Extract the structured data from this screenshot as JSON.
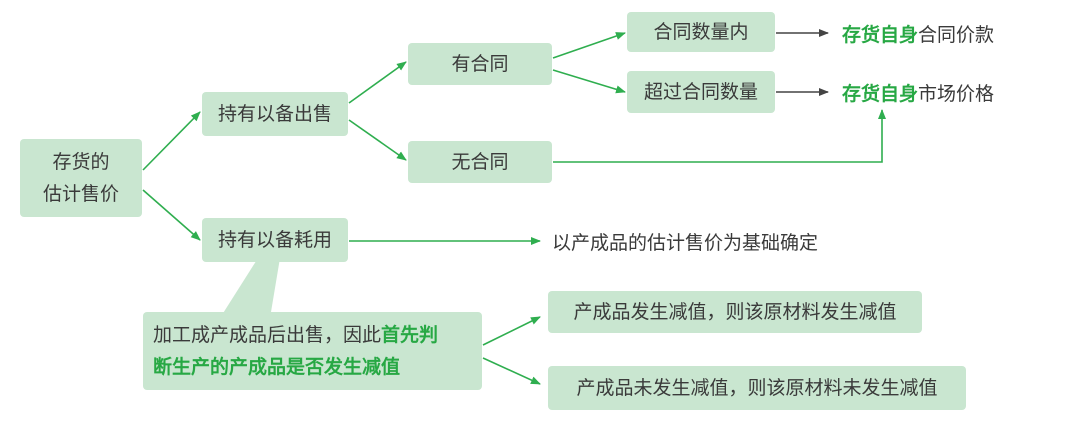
{
  "colors": {
    "box_fill": "#c9e6d0",
    "arrow": "#2fae4f",
    "dark_arrow": "#444444",
    "highlight": "#27a844"
  },
  "nodes": {
    "root": {
      "line1": "存货的",
      "line2": "估计售价"
    },
    "hold_for_sale": "持有以备出售",
    "hold_for_use": "持有以备耗用",
    "with_contract": "有合同",
    "no_contract": "无合同",
    "within_qty": "合同数量内",
    "exceed_qty": "超过合同数量",
    "note": {
      "line1_plain": "加工成产成品后出售，因此",
      "line1_highlight": "首先判",
      "line2_highlight": "断生产的产成品是否发生减值"
    },
    "impaired": "产成品发生减值，则该原材料发生减值",
    "not_impaired": "产成品未发生减值，则该原材料未发生减值"
  },
  "outcomes": {
    "contract_price": {
      "highlight": "存货自身",
      "rest": "合同价款"
    },
    "market_price": {
      "highlight": "存货自身",
      "rest": "市场价格"
    },
    "use_basis": "以产成品的估计售价为基础确定"
  }
}
